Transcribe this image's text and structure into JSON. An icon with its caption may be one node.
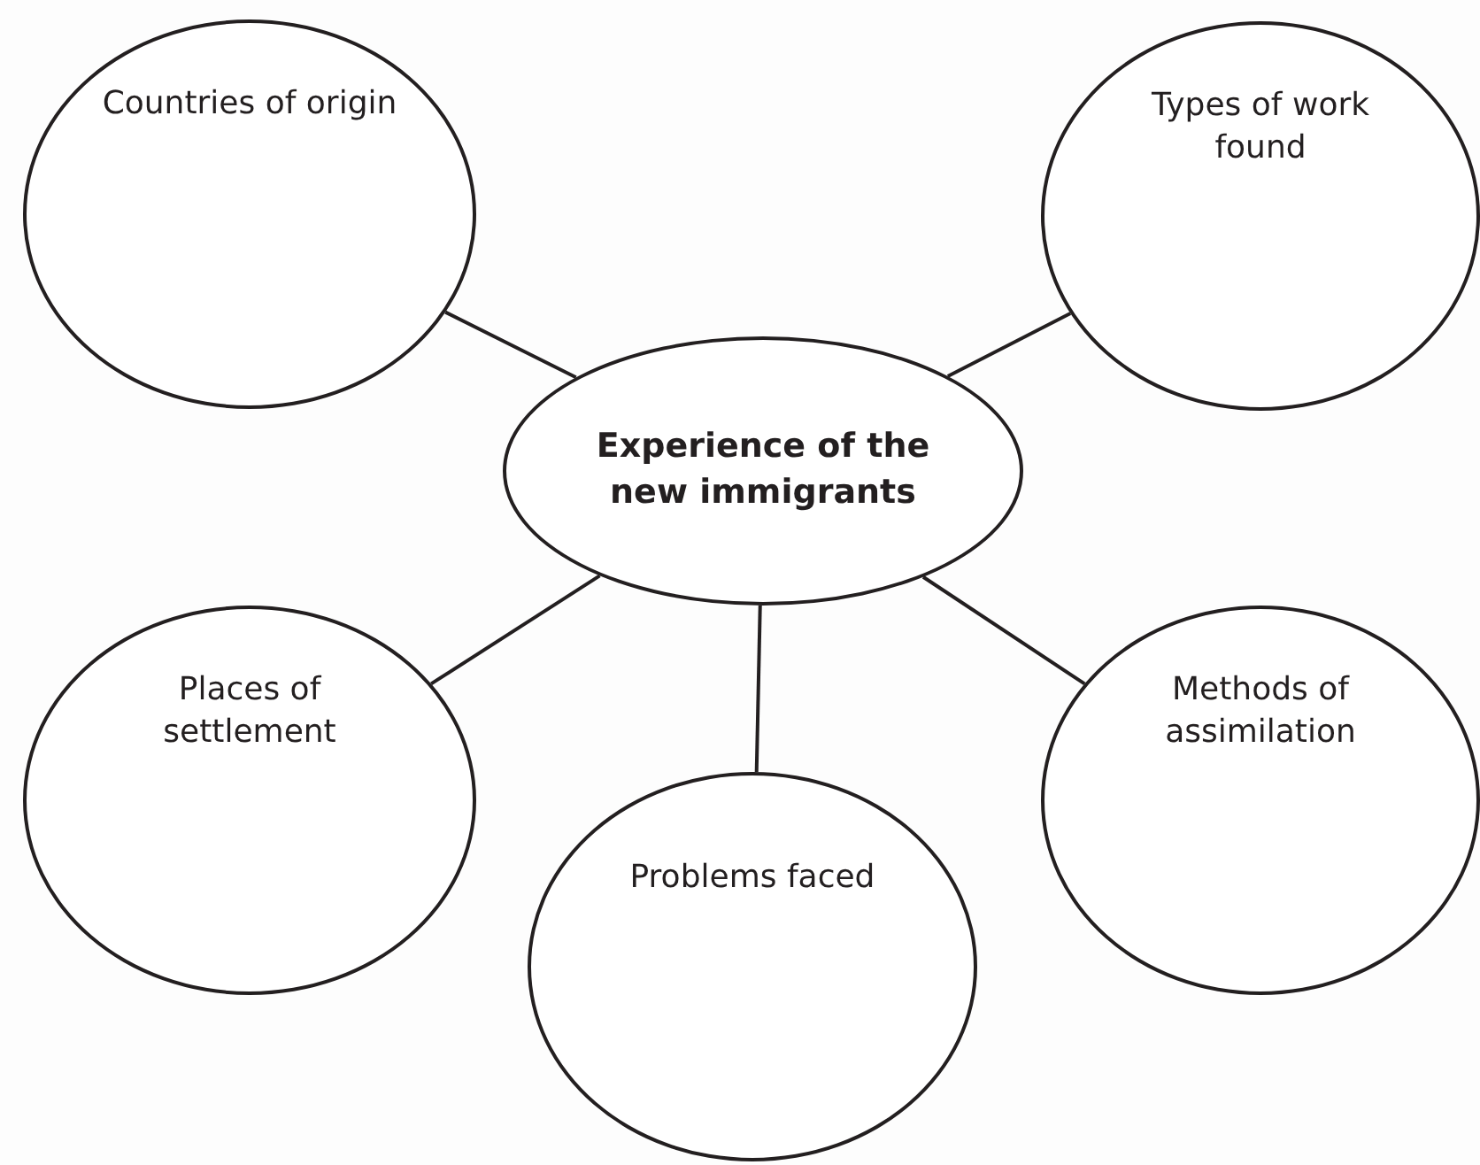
{
  "diagram": {
    "nodes": [
      {
        "text": [
          "Countries of origin"
        ]
      },
      {
        "text": [
          "Types of work found"
        ]
      },
      {
        "text": [
          "Experience of the new immigrants"
        ]
      },
      {
        "text": [
          "Places of settlement"
        ]
      },
      {
        "text": [
          "Problems faced"
        ]
      },
      {
        "text": [
          "Methods of assimilation"
        ]
      }
    ],
    "edges": [
      {
        "from": 2,
        "to": 0,
        "arrow": "none"
      },
      {
        "from": 2,
        "to": 1,
        "arrow": "none"
      },
      {
        "from": 2,
        "to": 3,
        "arrow": "none"
      },
      {
        "from": 2,
        "to": 4,
        "arrow": "none"
      },
      {
        "from": 2,
        "to": 5,
        "arrow": "none"
      }
    ]
  }
}
